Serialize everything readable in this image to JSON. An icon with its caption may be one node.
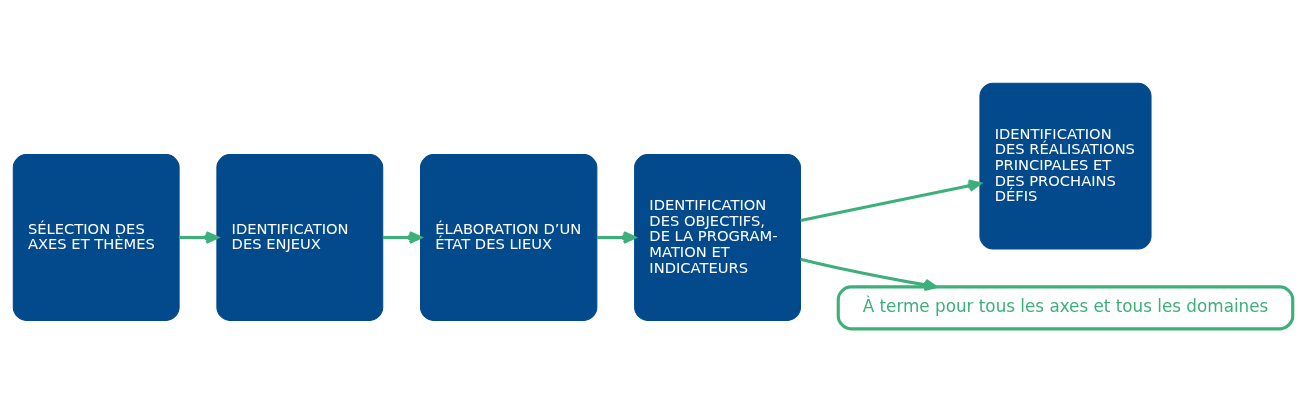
{
  "diagram": {
    "nodes": [
      {
        "text": [
          "SÉLECTION DES AXES ET THÈMES"
        ]
      },
      {
        "text": [
          "IDENTIFICATION DES ENJEUX"
        ]
      },
      {
        "text": [
          "ÉLABORATION D’UN ÉTAT DES LIEUX"
        ]
      },
      {
        "text": [
          "IDENTIFICATION DES OBJECTIFS, DE LA PROGRAM- MATION ET INDICATEURS"
        ]
      },
      {
        "text": [
          "IDENTIFICATION DES RÉALISATIONS PRINCIPALES ET DES PROCHAINS DÉFIS"
        ]
      },
      {
        "text": [
          "À terme pour tous les axes et tous les domaines"
        ]
      }
    ],
    "edges": [
      {
        "from": 0,
        "to": 1,
        "arrow": "to"
      },
      {
        "from": 1,
        "to": 2,
        "arrow": "to"
      },
      {
        "from": 2,
        "to": 3,
        "arrow": "to"
      },
      {
        "from": 3,
        "to": 4,
        "arrow": "to"
      },
      {
        "from": 3,
        "to": 5,
        "arrow": "to"
      }
    ]
  }
}
